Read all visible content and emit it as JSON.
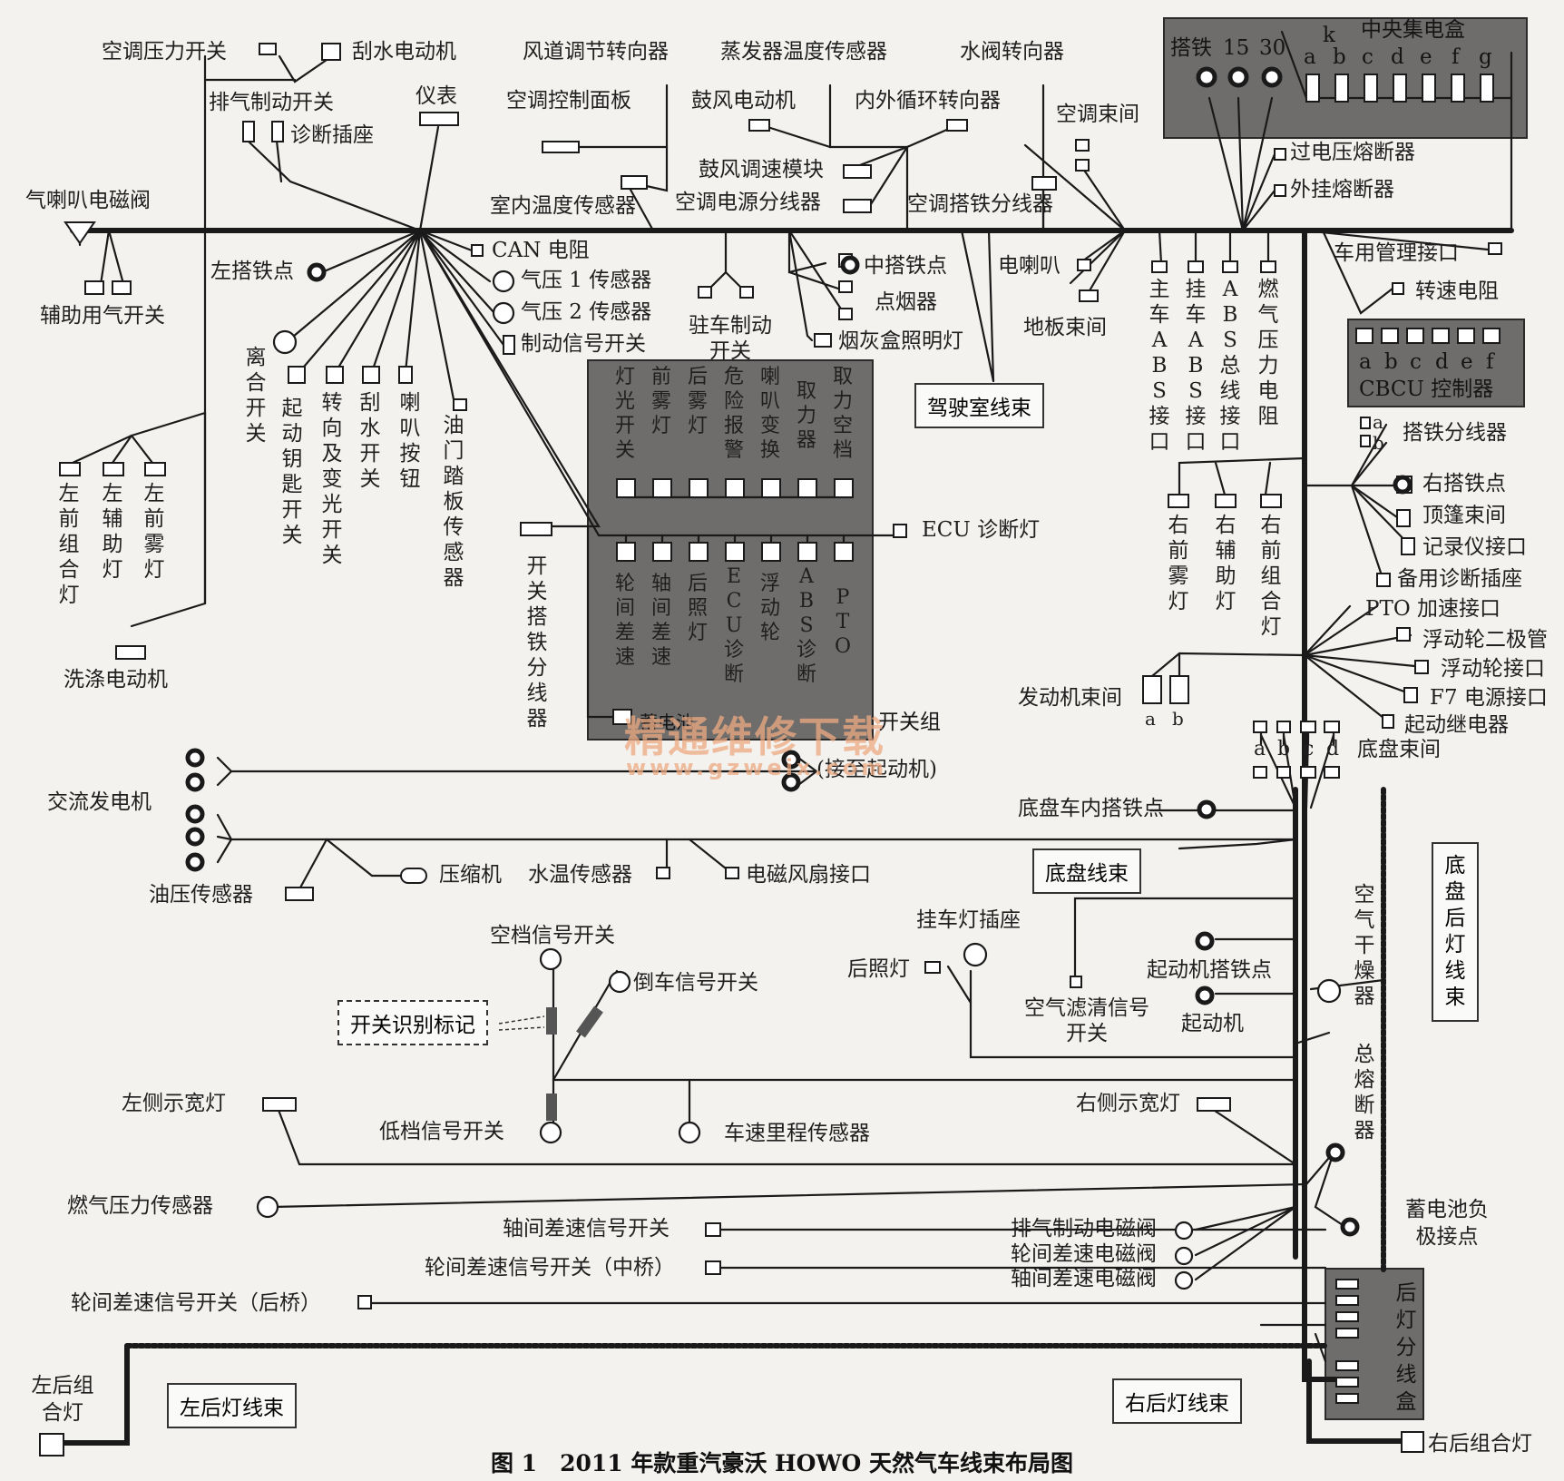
{
  "caption": "图 1　2011 年款重汽豪沃 HOWO 天然气车线束布局图",
  "watermark": {
    "text": "精通维修下载",
    "url": "www.gzweix.com"
  },
  "colors": {
    "harness": "#1a1a1a",
    "shaded_box": "#6f6d6b",
    "background": "#f4f2ee"
  },
  "top": {
    "ac_pressure_switch": "空调压力开关",
    "wiper_motor": "刮水电动机",
    "exhaust_brake_switch": "排气制动开关",
    "diagnostic_socket": "诊断插座",
    "instrument": "仪表",
    "air_horn_valve": "气喇叭电磁阀",
    "aux_air_switch": "辅助用气开关",
    "duct_actuator": "风道调节转向器",
    "evaporator_sensor": "蒸发器温度传感器",
    "water_valve_actuator": "水阀转向器",
    "ac_panel": "空调控制面板",
    "blower_motor": "鼓风电动机",
    "recirc_actuator": "内外循环转向器",
    "ac_harness_joint": "空调束间",
    "blower_module": "鼓风调速模块",
    "cabin_temp_sensor": "室内温度传感器",
    "ac_power_splitter": "空调电源分线器",
    "ac_ground_splitter": "空调搭铁分线器"
  },
  "central_box": {
    "title": "中央集电盒",
    "ground": "搭铁",
    "t15": "15",
    "t30": "30",
    "k": "k",
    "letters": [
      "a",
      "b",
      "c",
      "d",
      "e",
      "f",
      "g"
    ],
    "overvoltage_fuse": "过电压熔断器",
    "external_fuse": "外挂熔断器",
    "vehicle_mgmt_port": "车用管理接口",
    "speed_resistor": "转速电阻"
  },
  "cbcu": {
    "title": "CBCU 控制器",
    "letters": [
      "a",
      "b",
      "c",
      "d",
      "e",
      "f"
    ]
  },
  "left_group": {
    "left_ground": "左搭铁点",
    "can_resistor": "CAN 电阻",
    "air_press_1": "气压 1 传感器",
    "air_press_2": "气压 2 传感器",
    "brake_signal": "制动信号开关",
    "clutch_switch": "离合开关",
    "start_key": "起动钥匙开关",
    "turn_light_switch": "转向及变光开关",
    "wiper_switch": "刮水开关",
    "horn_button": "喇叭按钮",
    "accel_pedal": "油门踏板传感器",
    "left_front_combo": "左前组合灯",
    "left_aux_lamp": "左辅助灯",
    "left_fog": "左前雾灯",
    "washer_motor": "洗涤电动机",
    "switch_ground_splitter": "开关搭铁分线器"
  },
  "middle": {
    "parking_brake": "驻车制动开关",
    "middle_ground": "中搭铁点",
    "cigarette": "点烟器",
    "ashtray_light": "烟灰盒照明灯",
    "electric_horn": "电喇叭",
    "floor_joint": "地板束间",
    "cab_harness": "驾驶室线束",
    "ecu_lamp": "ECU 诊断灯"
  },
  "switch_group": {
    "label": "开关组",
    "top_switches": [
      "灯光开关",
      "前雾灯",
      "后雾灯",
      "危险报警",
      "喇叭变换",
      "取力器",
      "取力空档"
    ],
    "bottom_switches": [
      "轮间差速",
      "轴间差速",
      "后照灯",
      "ECU诊断",
      "浮动轮",
      "ABS诊断",
      "PTO"
    ],
    "top_bar": "蓄电池"
  },
  "right_verticals": [
    "主车ABS接口",
    "挂车ABS接口",
    "ABS总线接口",
    "燃气压力电阻"
  ],
  "right_group": {
    "ground_splitter": "搭铁分线器",
    "a": "a",
    "b": "b",
    "right_ground": "右搭铁点",
    "roof_harness": "顶篷束间",
    "recorder_port": "记录仪接口",
    "spare_diag": "备用诊断插座",
    "right_fog": "右前雾灯",
    "right_aux": "右辅助灯",
    "right_combo": "右前组合灯",
    "pto_accel": "PTO 加速接口",
    "float_diode": "浮动轮二极管",
    "float_port": "浮动轮接口",
    "f7_power": "F7 电源接口",
    "start_relay": "起动继电器",
    "engine_joint": "发动机束间",
    "chassis_joint": "底盘束间",
    "abcd": [
      "a",
      "b",
      "c",
      "d"
    ]
  },
  "chassis": {
    "alternator": "交流发电机",
    "to_starter": "(接至起动机)",
    "chassis_cab_ground": "底盘车内搭铁点",
    "chassis_harness": "底盘线束",
    "oil_pressure": "油压传感器",
    "compressor": "压缩机",
    "water_temp": "水温传感器",
    "fan_port": "电磁风扇接口",
    "rear_light_harness": "底盘后灯线束",
    "air_dryer": "空气干燥器",
    "trailer_socket": "挂车灯插座",
    "reverse_light": "后照灯",
    "air_filter_switch": "空气滤清信号开关",
    "starter_ground": "起动机搭铁点",
    "starter": "起动机",
    "neutral_switch": "空档信号开关",
    "reverse_switch": "倒车信号开关",
    "switch_id_mark": "开关识别标记",
    "main_fuse": "总熔断器",
    "left_marker": "左侧示宽灯",
    "right_marker": "右侧示宽灯",
    "low_gear": "低档信号开关",
    "speedo_sensor": "车速里程传感器",
    "gas_pressure_sensor": "燃气压力传感器",
    "battery_negative": "蓄电池负极接点",
    "axle_diff_switch": "轴间差速信号开关",
    "wheel_diff_mid": "轮间差速信号开关（中桥）",
    "wheel_diff_rear": "轮间差速信号开关（后桥）",
    "exhaust_valve": "排气制动电磁阀",
    "wheel_diff_valve": "轮间差速电磁阀",
    "axle_diff_valve": "轴间差速电磁阀",
    "rear_splitter_box": "后灯分线盒",
    "left_rear_combo": "左后组合灯",
    "left_rear_harness": "左后灯线束",
    "right_rear_harness": "右后灯线束",
    "right_rear_combo": "右后组合灯"
  }
}
